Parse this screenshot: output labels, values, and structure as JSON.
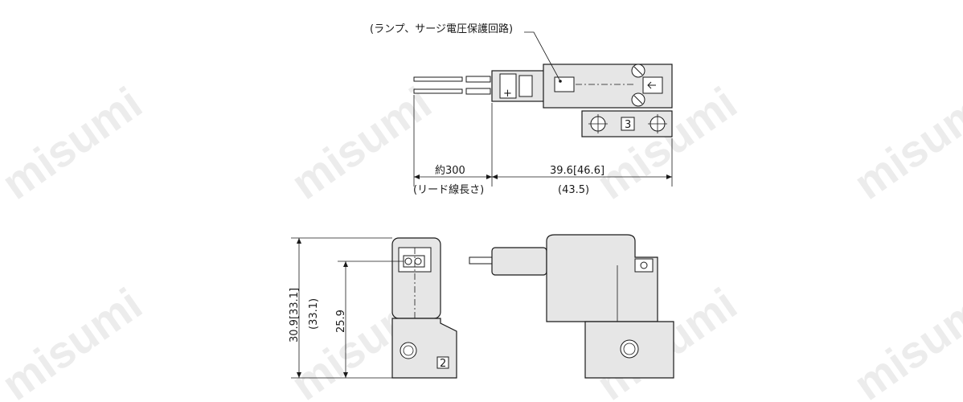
{
  "watermark": "misumi",
  "labels": {
    "callout": "(ランプ、サージ電圧保護回路)",
    "lead_length": "約300",
    "lead_note": "(リード線長さ)",
    "length": "39.6[46.6]",
    "length_alt": "(43.5)",
    "height": "30.9[33.1]",
    "height_alt": "(33.1)",
    "port_height": "25.9",
    "port_3": "3",
    "port_2": "2",
    "plus": "+"
  },
  "colors": {
    "body": "#e6e6e6",
    "line": "#1a1a1a"
  }
}
